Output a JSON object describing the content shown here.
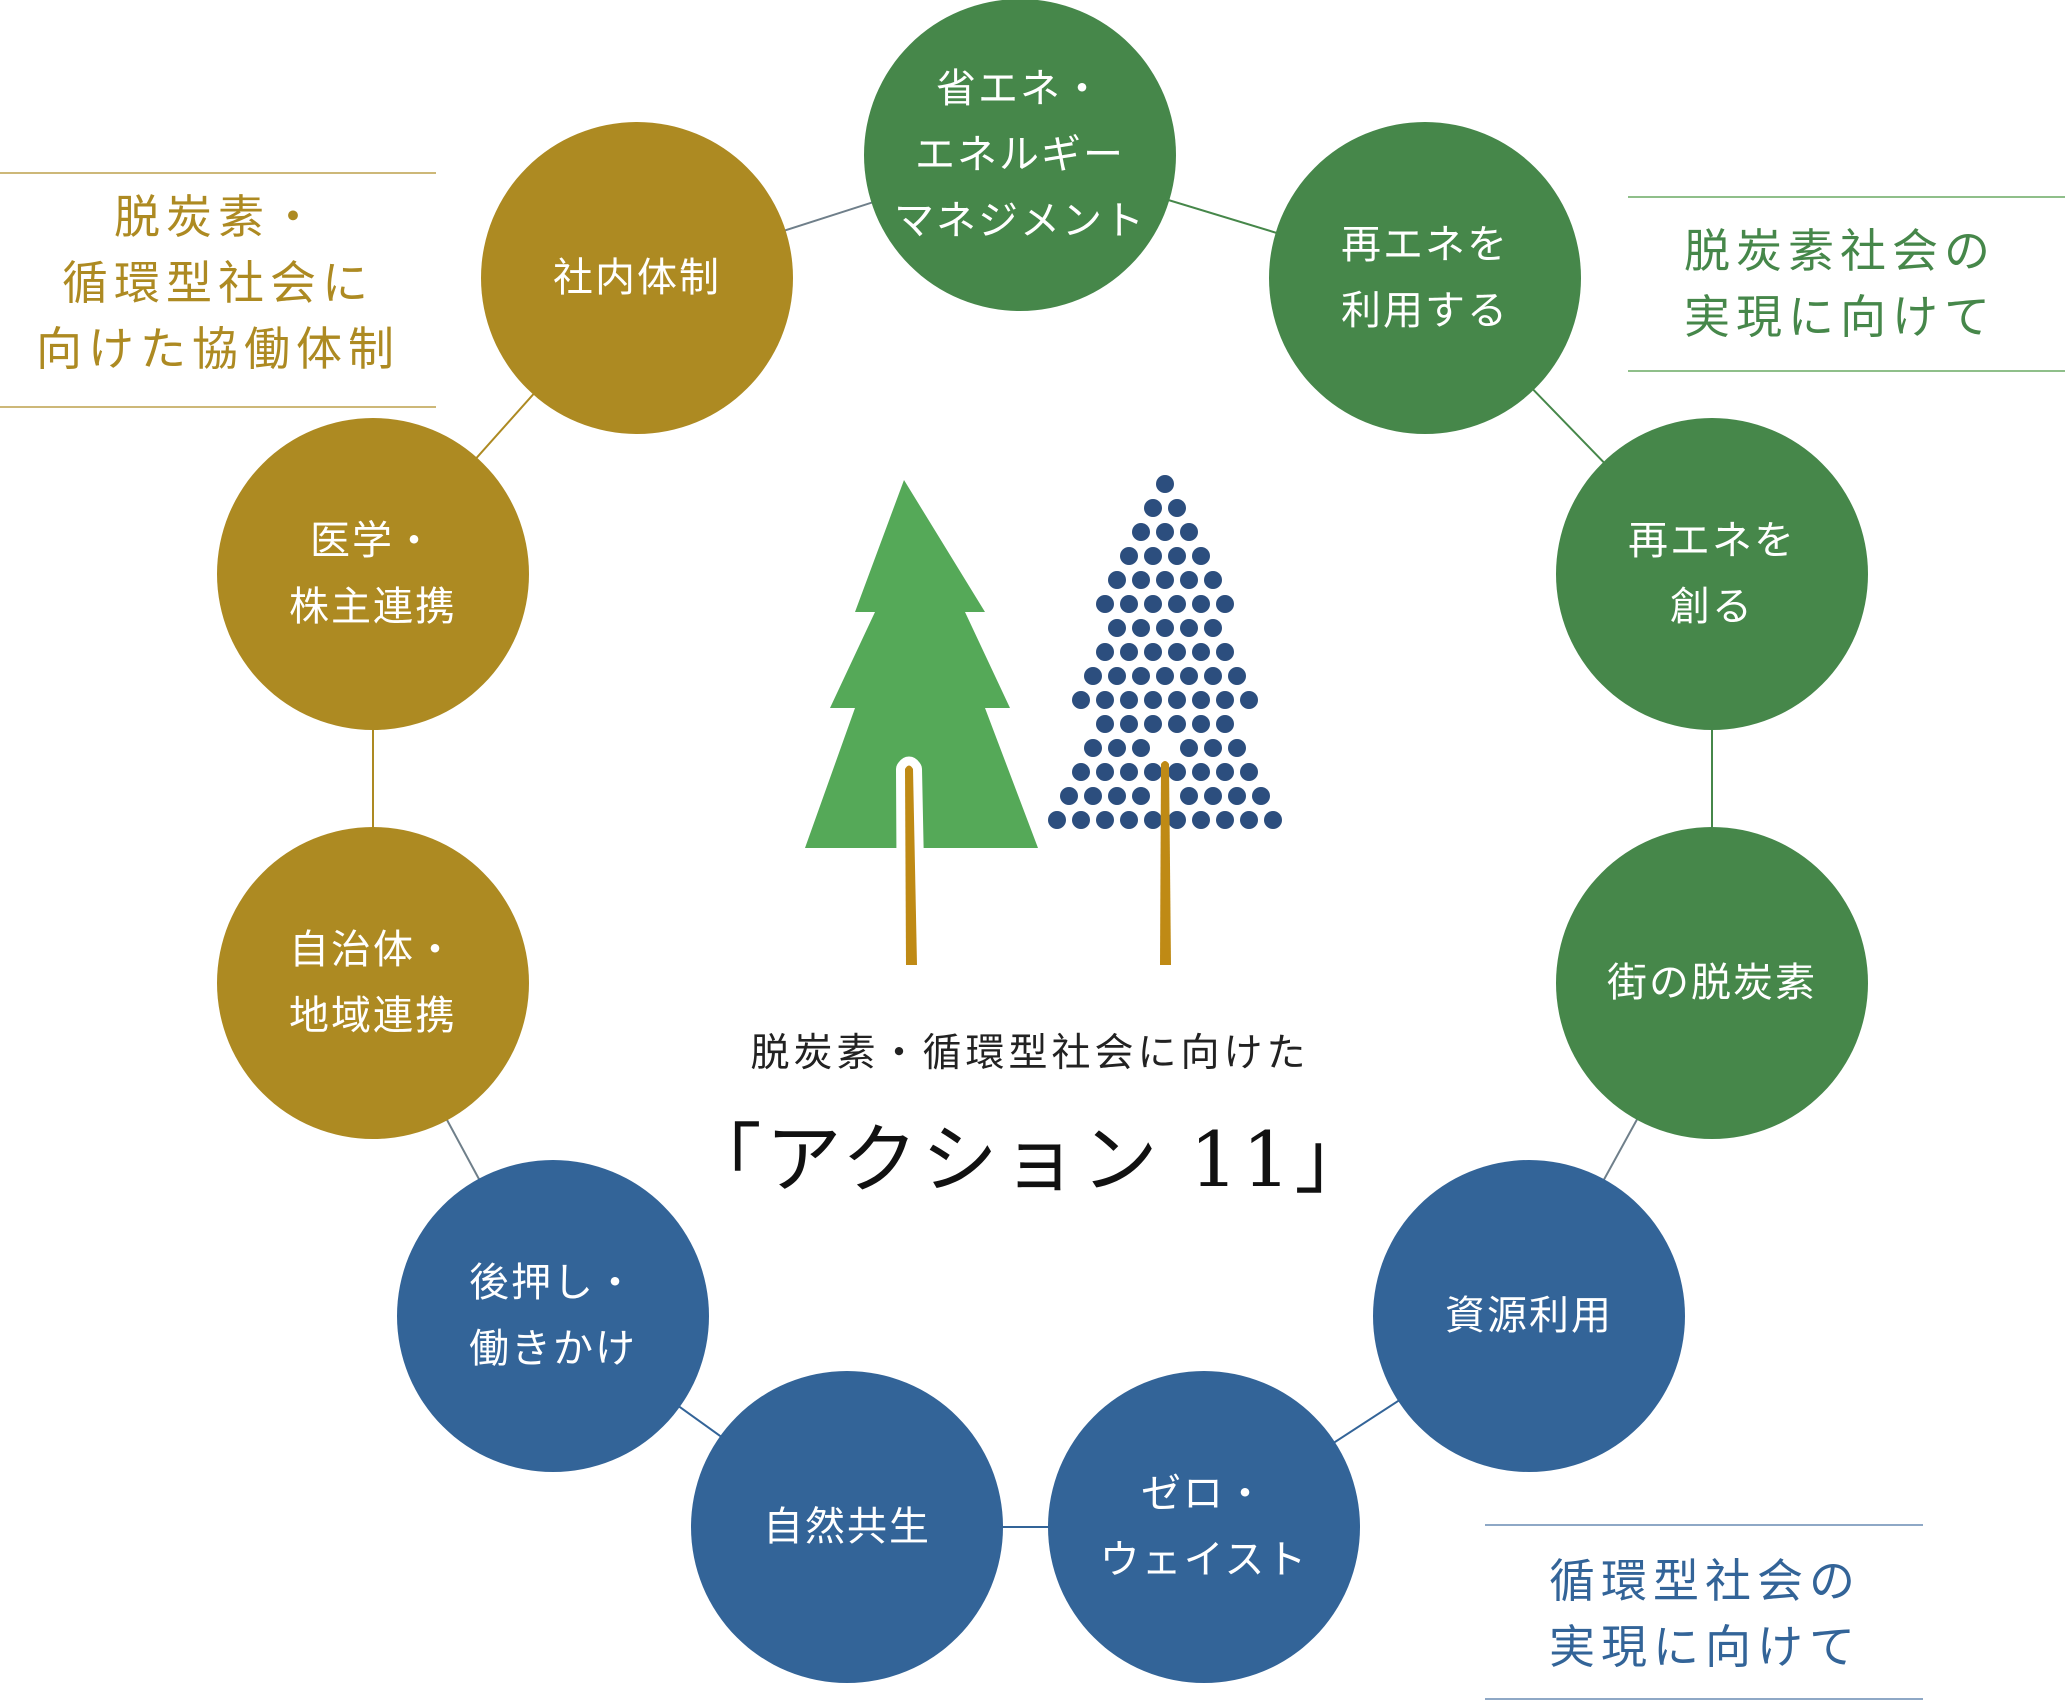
{
  "colors": {
    "decarbonization": "#46874a",
    "collaboration": "#ad8a22",
    "circular": "#336498",
    "tree_green": "#55a958",
    "tree_dots": "#2c4e7e",
    "trunk": "#bf8a15"
  },
  "center": {
    "subtitle": "脱炭素・循環型社会に向けた",
    "title": "「アクション 11」"
  },
  "group_labels": {
    "collaboration": {
      "lines": [
        "脱炭素・",
        "循環型社会に",
        "向けた協働体制"
      ]
    },
    "decarbonization": {
      "lines": [
        "脱炭素社会の",
        "実現に向けて"
      ]
    },
    "circular": {
      "lines": [
        "循環型社会の",
        "実現に向けて"
      ]
    }
  },
  "actions": [
    {
      "id": "energy-management",
      "group": "decarbonization",
      "lines": [
        "省エネ・",
        "エネルギー",
        "マネジメント"
      ]
    },
    {
      "id": "use-renewables",
      "group": "decarbonization",
      "lines": [
        "再エネを",
        "利用する"
      ]
    },
    {
      "id": "create-renewables",
      "group": "decarbonization",
      "lines": [
        "再エネを",
        "創る"
      ]
    },
    {
      "id": "town-decarbonization",
      "group": "decarbonization",
      "lines": [
        "街の脱炭素"
      ]
    },
    {
      "id": "resource-use",
      "group": "circular",
      "lines": [
        "資源利用"
      ]
    },
    {
      "id": "zero-waste",
      "group": "circular",
      "lines": [
        "ゼロ・",
        "ウェイスト"
      ]
    },
    {
      "id": "nature-coexistence",
      "group": "circular",
      "lines": [
        "自然共生"
      ]
    },
    {
      "id": "encouragement",
      "group": "circular",
      "lines": [
        "後押し・",
        "働きかけ"
      ]
    },
    {
      "id": "municipal-regional",
      "group": "collaboration",
      "lines": [
        "自治体・",
        "地域連携"
      ]
    },
    {
      "id": "medical-shareholder",
      "group": "collaboration",
      "lines": [
        "医学・",
        "株主連携"
      ]
    },
    {
      "id": "internal-structure",
      "group": "collaboration",
      "lines": [
        "社内体制"
      ]
    }
  ]
}
